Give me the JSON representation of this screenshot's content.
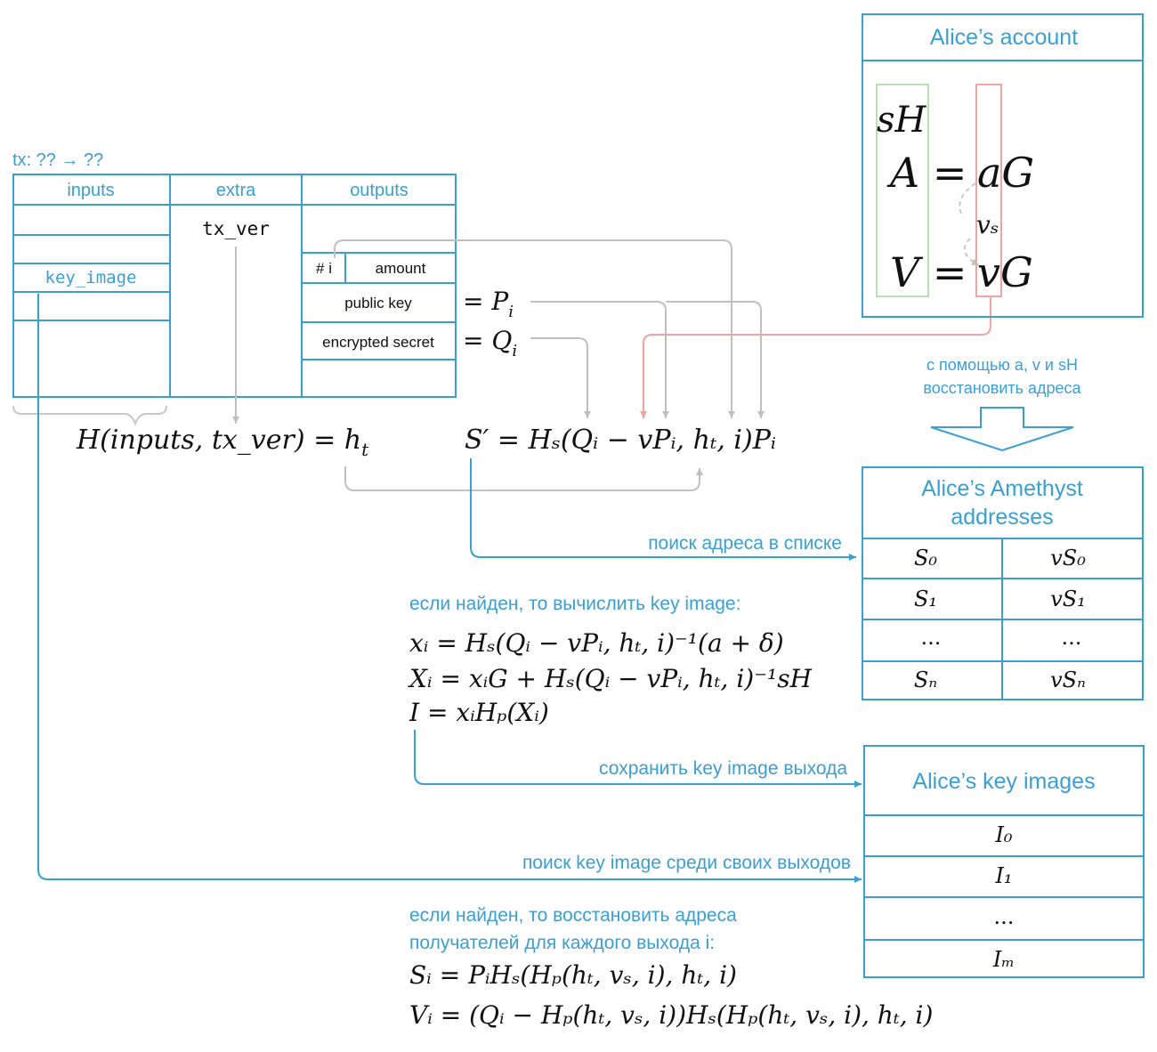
{
  "colors": {
    "accent": "#3a9fd2",
    "arrow_gray": "#c0c0c0",
    "green": "#b8e0b0",
    "red": "#f2a4a4",
    "text": "#111111"
  },
  "tx_header": "tx: ?? → ??",
  "tx_table": {
    "inputs_label": "inputs",
    "extra_label": "extra",
    "outputs_label": "outputs",
    "key_image": "key_image",
    "tx_ver": "tx_ver",
    "num_i": "# i",
    "amount": "amount",
    "public_key": "public key",
    "encrypted_secret": "encrypted secret"
  },
  "formulas": {
    "eq_pi": "= P",
    "eq_pi_sub": "i",
    "eq_qi": "= Q",
    "eq_qi_sub": "i",
    "hash": "H(inputs, tx_ver) = h",
    "hash_sub": "t",
    "sprime": "S′ = Hₛ(Qᵢ − vPᵢ, hₜ, i)Pᵢ",
    "x_i": "xᵢ = Hₛ(Qᵢ − vPᵢ, hₜ, i)⁻¹(a + δ)",
    "X_i": "Xᵢ = xᵢG + Hₛ(Qᵢ − vPᵢ, hₜ, i)⁻¹sH",
    "I": "I = xᵢHₚ(Xᵢ)",
    "S_i": "Sᵢ = PᵢHₛ(Hₚ(hₜ, vₛ, i), hₜ, i)",
    "V_i": "Vᵢ = (Qᵢ − Hₚ(hₜ, vₛ, i))Hₛ(Hₚ(hₜ, vₛ, i), hₜ, i)"
  },
  "account": {
    "title": "Alice’s account",
    "sH": "sH",
    "A_eq": "A = ",
    "aG": "aG",
    "vs": "vₛ",
    "V_eq": "V = ",
    "vG": "vG"
  },
  "restore_note": [
    "с помощью a, v и sH",
    "восстановить адреса"
  ],
  "addresses": {
    "title": [
      "Alice’s Amethyst",
      "addresses"
    ],
    "rows": [
      [
        "S₀",
        "vS₀"
      ],
      [
        "S₁",
        "vS₁"
      ],
      [
        "...",
        "..."
      ],
      [
        "Sₙ",
        "vSₙ"
      ]
    ]
  },
  "key_images": {
    "title": "Alice’s key images",
    "rows": [
      "I₀",
      "I₁",
      "...",
      "Iₘ"
    ]
  },
  "annotations": {
    "search_address": "поиск адреса в списке",
    "if_found_ki": "если найден, то вычислить key image:",
    "save_ki": "сохранить key image выхода",
    "search_ki": "поиск key image среди своих выходов",
    "if_found_restore": [
      "если найден, то восстановить адреса",
      "получателей для каждого выхода i:"
    ]
  }
}
